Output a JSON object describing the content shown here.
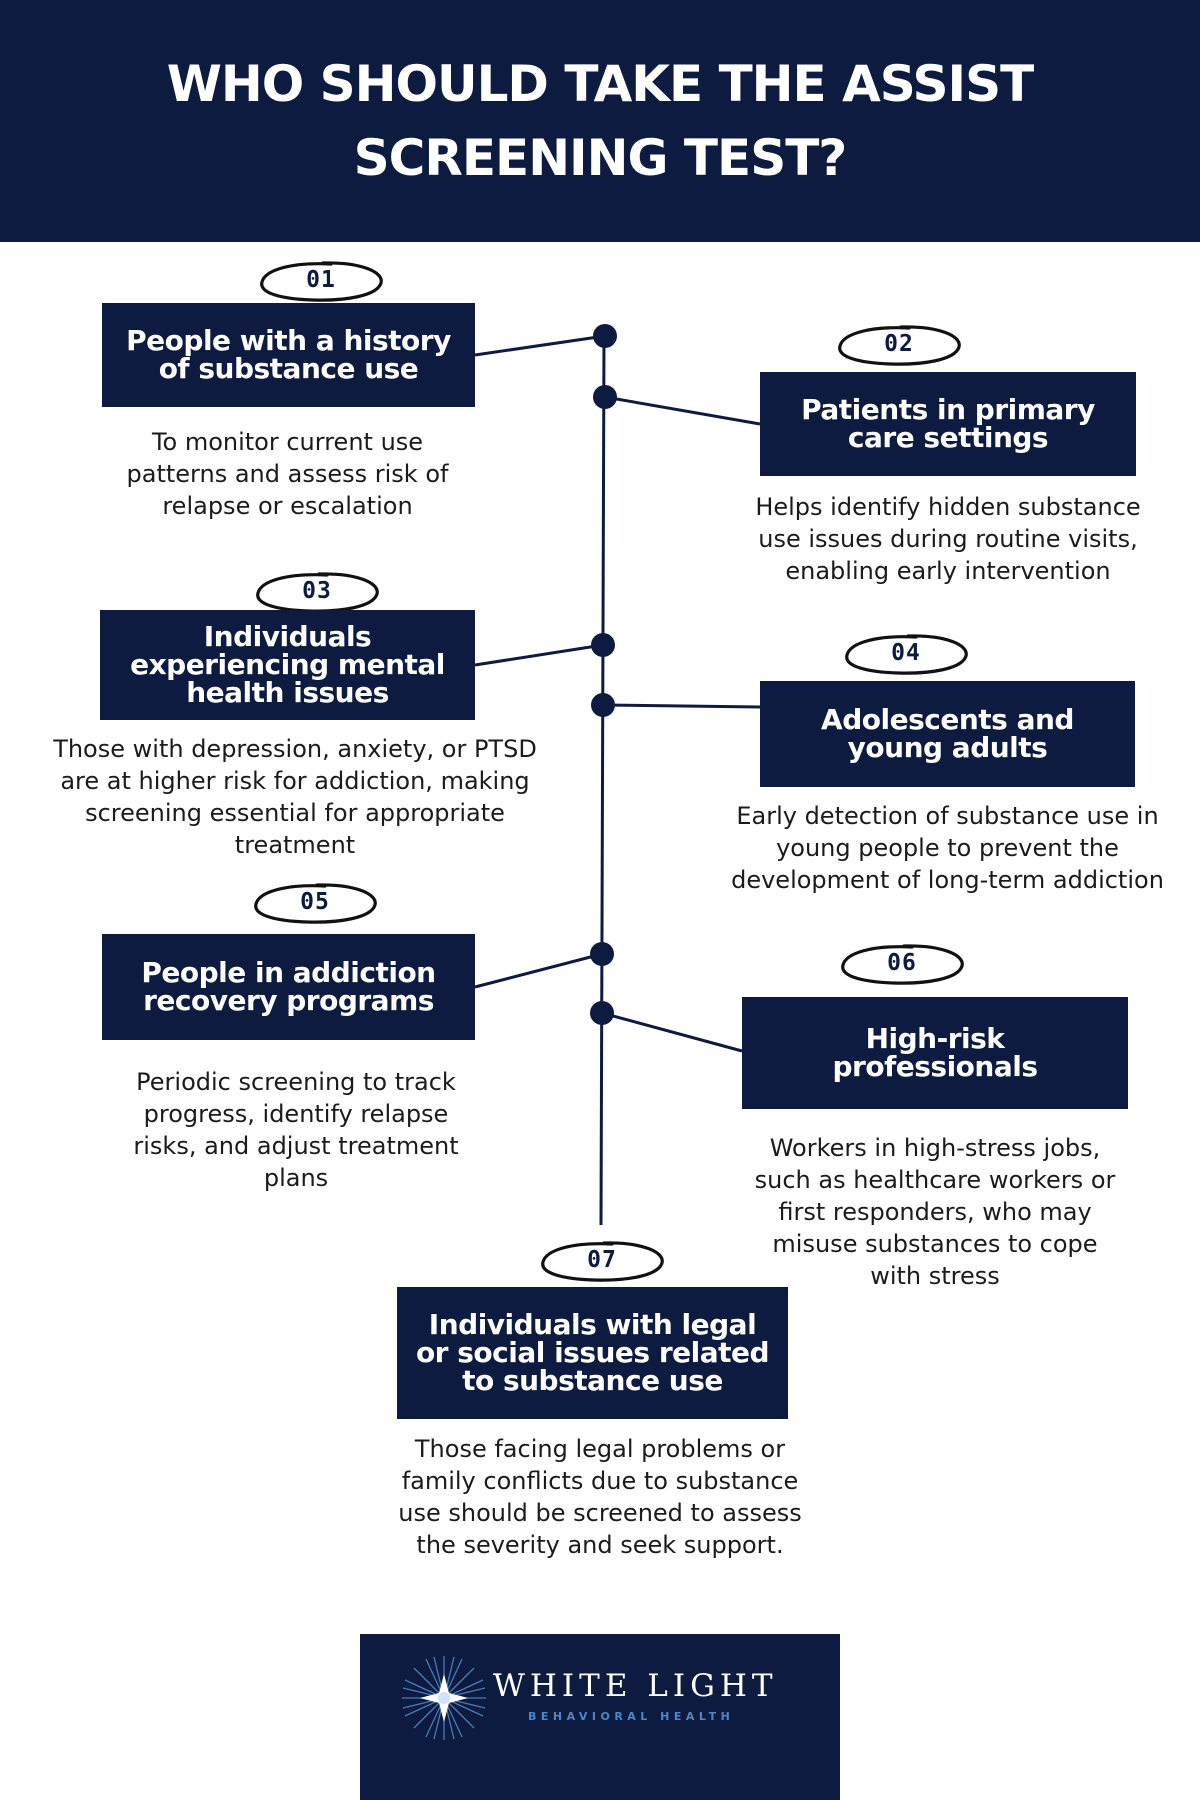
{
  "header": {
    "title": "WHO SHOULD TAKE THE ASSIST SCREENING TEST?"
  },
  "items": [
    {
      "number": "01",
      "title": "People with a history of substance use",
      "description": "To monitor current use patterns and assess risk of relapse or escalation"
    },
    {
      "number": "02",
      "title": "Patients in primary care settings",
      "description": "Helps identify hidden substance use issues during routine visits, enabling early intervention"
    },
    {
      "number": "03",
      "title": "Individuals experiencing mental health issues",
      "description": "Those with depression, anxiety, or PTSD are at higher risk for addiction, making screening essential for appropriate treatment"
    },
    {
      "number": "04",
      "title": "Adolescents and young adults",
      "description": "Early detection of substance use in young people to prevent the development of long-term addiction"
    },
    {
      "number": "05",
      "title": "People in addiction recovery programs",
      "description": "Periodic screening to track progress, identify relapse risks, and adjust treatment plans"
    },
    {
      "number": "06",
      "title": "High-risk professionals",
      "description": "Workers in high-stress jobs, such as healthcare workers or first responders, who may misuse substances to cope with stress"
    },
    {
      "number": "07",
      "title": "Individuals with legal or social issues related to substance use",
      "description": "Those facing legal problems or family conflicts due to substance use should be screened to assess the severity and seek support."
    }
  ],
  "footer": {
    "brand_name": "WHITE LIGHT",
    "brand_sub": "BEHAVIORAL HEALTH"
  },
  "colors": {
    "navy": "#0d1b40",
    "accent_blue": "#4f86c6",
    "text": "#1b1b1b"
  }
}
